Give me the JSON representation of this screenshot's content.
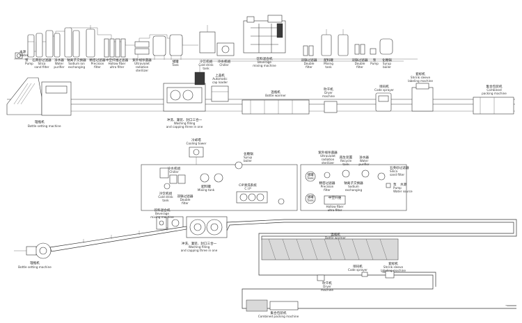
{
  "labels": {
    "water": {
      "zh": "水源",
      "en": "Water"
    },
    "pump1": {
      "zh": "泵",
      "en": "Pump"
    },
    "silica": {
      "zh": "石英砂过滤器",
      "en": [
        "Silica",
        "sand filter"
      ]
    },
    "water_purifier": {
      "zh": "净水器",
      "en": [
        "Water",
        "purifier"
      ]
    },
    "sodium": {
      "zh": "钠离子交换器",
      "en": [
        "Sodium ion",
        "exchanging"
      ]
    },
    "precision": {
      "zh": "精密过滤器",
      "en": [
        "Precision",
        "filter"
      ]
    },
    "hollow": {
      "zh": "中空纤维过滤器",
      "en": [
        "Hollow fiber",
        "ultra filter"
      ]
    },
    "uv": {
      "zh": "紫外线杀菌器",
      "en": [
        "Ultraviolet",
        "radiation",
        "sterilizer"
      ]
    },
    "tank1": {
      "zh": "储罐",
      "en": "Tank"
    },
    "cold_drink": {
      "zh": "冷饮机组",
      "en": [
        "Cold drink",
        "tank"
      ]
    },
    "chiller": {
      "zh": "冷水机组",
      "en": "Chiller"
    },
    "beverage_mixing": {
      "zh": "饮料混合机",
      "en": [
        "Beverage",
        "mixing machine"
      ]
    },
    "double_filter": {
      "zh": "双联过滤器",
      "en": [
        "Double",
        "filter"
      ]
    },
    "mixing_tank": {
      "zh": "配料罐",
      "en": [
        "Mixing",
        "tank"
      ]
    },
    "double_filter2": {
      "zh": "双联过滤器",
      "en": [
        "Double",
        "filter"
      ]
    },
    "pump2": {
      "zh": "泵",
      "en": "Pump"
    },
    "syrup_boiler": {
      "zh": "化糖锅",
      "en": [
        "Syrup",
        "boiler"
      ]
    },
    "cap_loader": {
      "zh": "上盖机",
      "en": [
        "Automatic",
        "cap loader"
      ]
    },
    "bottle_warmer": {
      "zh": "温瓶机",
      "en": "Bottle warmer"
    },
    "dryer": {
      "zh": "吹干机",
      "en": [
        "Dryer",
        "machine"
      ]
    },
    "code_sprayer": {
      "zh": "喷码机",
      "en": "Code sprayer"
    },
    "shrink": {
      "zh": "套标机",
      "en": [
        "Shrink sleeve",
        "labeling machine"
      ]
    },
    "combined_packing": {
      "zh": "集合包装机",
      "en": [
        "Combined",
        "packing machine"
      ]
    },
    "bottle_setting": {
      "zh": "理瓶机",
      "en": "Bottle setting machine"
    },
    "washing": {
      "zh": "冲洗、灌装、封口三合一",
      "en": [
        "Washing filling",
        "and capping three in one"
      ]
    }
  },
  "plan": {
    "cooling_tower": {
      "zh": "冷却塔",
      "en": "Cooling tower"
    },
    "chiller": {
      "zh": "冷水机组",
      "en": "Chiller"
    },
    "syrup_boiler": {
      "zh": "化糖锅",
      "en": [
        "Syrup",
        "boiler"
      ]
    },
    "cold_drink": {
      "zh": "冷饮机组",
      "en": [
        "Cold drink",
        "tank"
      ]
    },
    "double_filter": {
      "zh": "双联过滤器",
      "en": [
        "Double",
        "filter"
      ]
    },
    "mixing_tank": {
      "zh": "配料罐",
      "en": "Mixing tank"
    },
    "cip": {
      "zh": "CIP清洗系统",
      "en": "C.I.P"
    },
    "uv": {
      "zh": "紫外线杀菌器",
      "en": [
        "Ultraviolet",
        "radiation",
        "sterilizer"
      ]
    },
    "tank_a": {
      "zh": "储罐",
      "en": "Tank"
    },
    "precision": {
      "zh": "精密过滤器",
      "en": [
        "Precision",
        "filter"
      ]
    },
    "recycle": {
      "zh": "再生装置",
      "en": [
        "Recycle",
        "tank"
      ]
    },
    "water_purifier": {
      "zh": "净水器",
      "en": [
        "Water",
        "purifier"
      ]
    },
    "silica": {
      "zh": "石英砂过滤器",
      "en": [
        "Silica",
        "sand filter"
      ]
    },
    "sodium": {
      "zh": "钠离子交换器",
      "en": [
        "Sodium",
        "exchanging"
      ]
    },
    "pump": {
      "zh": "泵",
      "en": "Pump"
    },
    "water": {
      "zh": "水源",
      "en": "Water source"
    },
    "tank_b": {
      "zh": "储罐",
      "en": "Tank"
    },
    "hollow": {
      "zh": "中空纤维",
      "en": [
        "Hollow fiber",
        "ultra filter"
      ]
    },
    "beverage_mixing": {
      "zh": "饮料混合机",
      "en": [
        "Beverage",
        "mixing machine"
      ]
    },
    "washing": {
      "zh": "冲洗、灌装、封口三合一",
      "en": [
        "Washing filling",
        "and capping three in one"
      ]
    },
    "bottle_setting": {
      "zh": "理瓶机",
      "en": "Bottle setting machine"
    },
    "bottle_warmer": {
      "zh": "温瓶机",
      "en": "Bottle warmer"
    },
    "code_sprayer": {
      "zh": "喷码机",
      "en": "Code sprayer"
    },
    "shrink": {
      "zh": "套标机",
      "en": [
        "Shrink sleeve",
        "labeling machine"
      ]
    },
    "dryer": {
      "zh": "吹干机",
      "en": [
        "Dryer",
        "machine"
      ]
    },
    "combined_packing": {
      "zh": "集合包装机",
      "en": "Combined packing machine"
    }
  }
}
